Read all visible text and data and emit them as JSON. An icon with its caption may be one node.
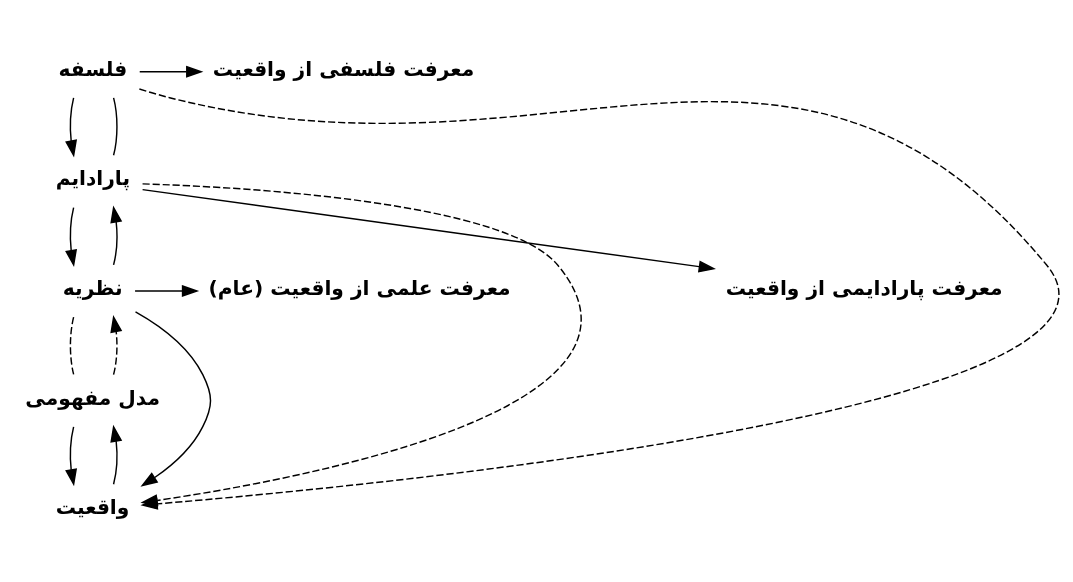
{
  "diagram": {
    "nodes": [
      {
        "text": [
          "فلسفه"
        ]
      },
      {
        "text": [
          "پارادایم"
        ]
      },
      {
        "text": [
          "نظریه"
        ]
      },
      {
        "text": [
          "مدل مفهومی"
        ]
      },
      {
        "text": [
          "واقعیت"
        ]
      },
      {
        "text": [
          "معرفت فلسفی از واقعیت"
        ]
      },
      {
        "text": [
          "معرفت پارادایمی از واقعیت"
        ]
      },
      {
        "text": [
          "معرفت علمی از واقعیت (عام)"
        ]
      }
    ],
    "edges": [
      {
        "from": 0,
        "to": 1,
        "arrow": "to"
      },
      {
        "from": 1,
        "to": 0,
        "arrow": "none"
      },
      {
        "from": 1,
        "to": 2,
        "arrow": "to"
      },
      {
        "from": 2,
        "to": 1,
        "arrow": "to"
      },
      {
        "from": 2,
        "to": 3,
        "arrow": "none",
        "style": "dashed"
      },
      {
        "from": 3,
        "to": 2,
        "arrow": "to",
        "style": "dashed"
      },
      {
        "from": 3,
        "to": 4,
        "arrow": "to"
      },
      {
        "from": 4,
        "to": 3,
        "arrow": "to"
      },
      {
        "from": 0,
        "to": 4,
        "arrow": "to",
        "style": "dashed"
      },
      {
        "from": 0,
        "to": 5,
        "arrow": "to"
      },
      {
        "from": 1,
        "to": 4,
        "arrow": "to",
        "style": "dashed"
      },
      {
        "from": 1,
        "to": 6,
        "arrow": "to"
      },
      {
        "from": 2,
        "to": 4,
        "arrow": "to"
      },
      {
        "from": 2,
        "to": 7,
        "arrow": "to"
      }
    ]
  }
}
